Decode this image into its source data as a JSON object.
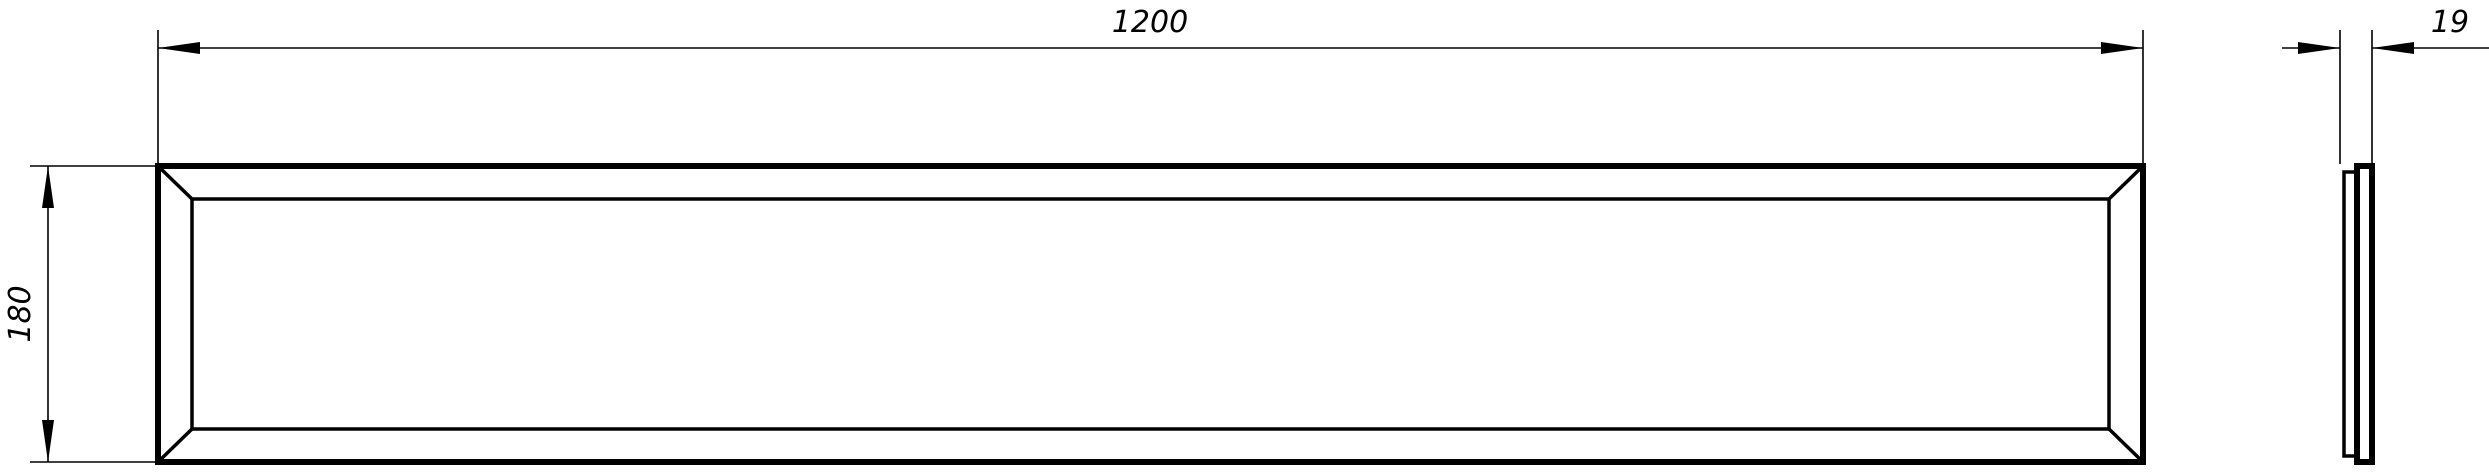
{
  "dimensions": {
    "length": "1200",
    "height": "180",
    "thickness": "19"
  }
}
